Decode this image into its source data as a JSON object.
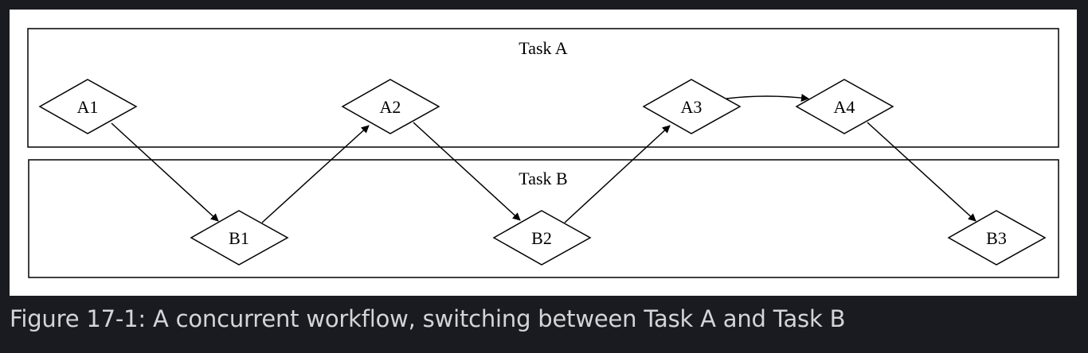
{
  "caption": "Figure 17-1: A concurrent workflow, switching between Task A and Task B",
  "clusters": {
    "task_a": "Task A",
    "task_b": "Task B"
  },
  "nodes": {
    "a1": "A1",
    "a2": "A2",
    "a3": "A3",
    "a4": "A4",
    "b1": "B1",
    "b2": "B2",
    "b3": "B3"
  },
  "edges": [
    [
      "A1",
      "B1"
    ],
    [
      "B1",
      "A2"
    ],
    [
      "A2",
      "B2"
    ],
    [
      "B2",
      "A3"
    ],
    [
      "A3",
      "A4"
    ],
    [
      "A4",
      "B3"
    ]
  ]
}
